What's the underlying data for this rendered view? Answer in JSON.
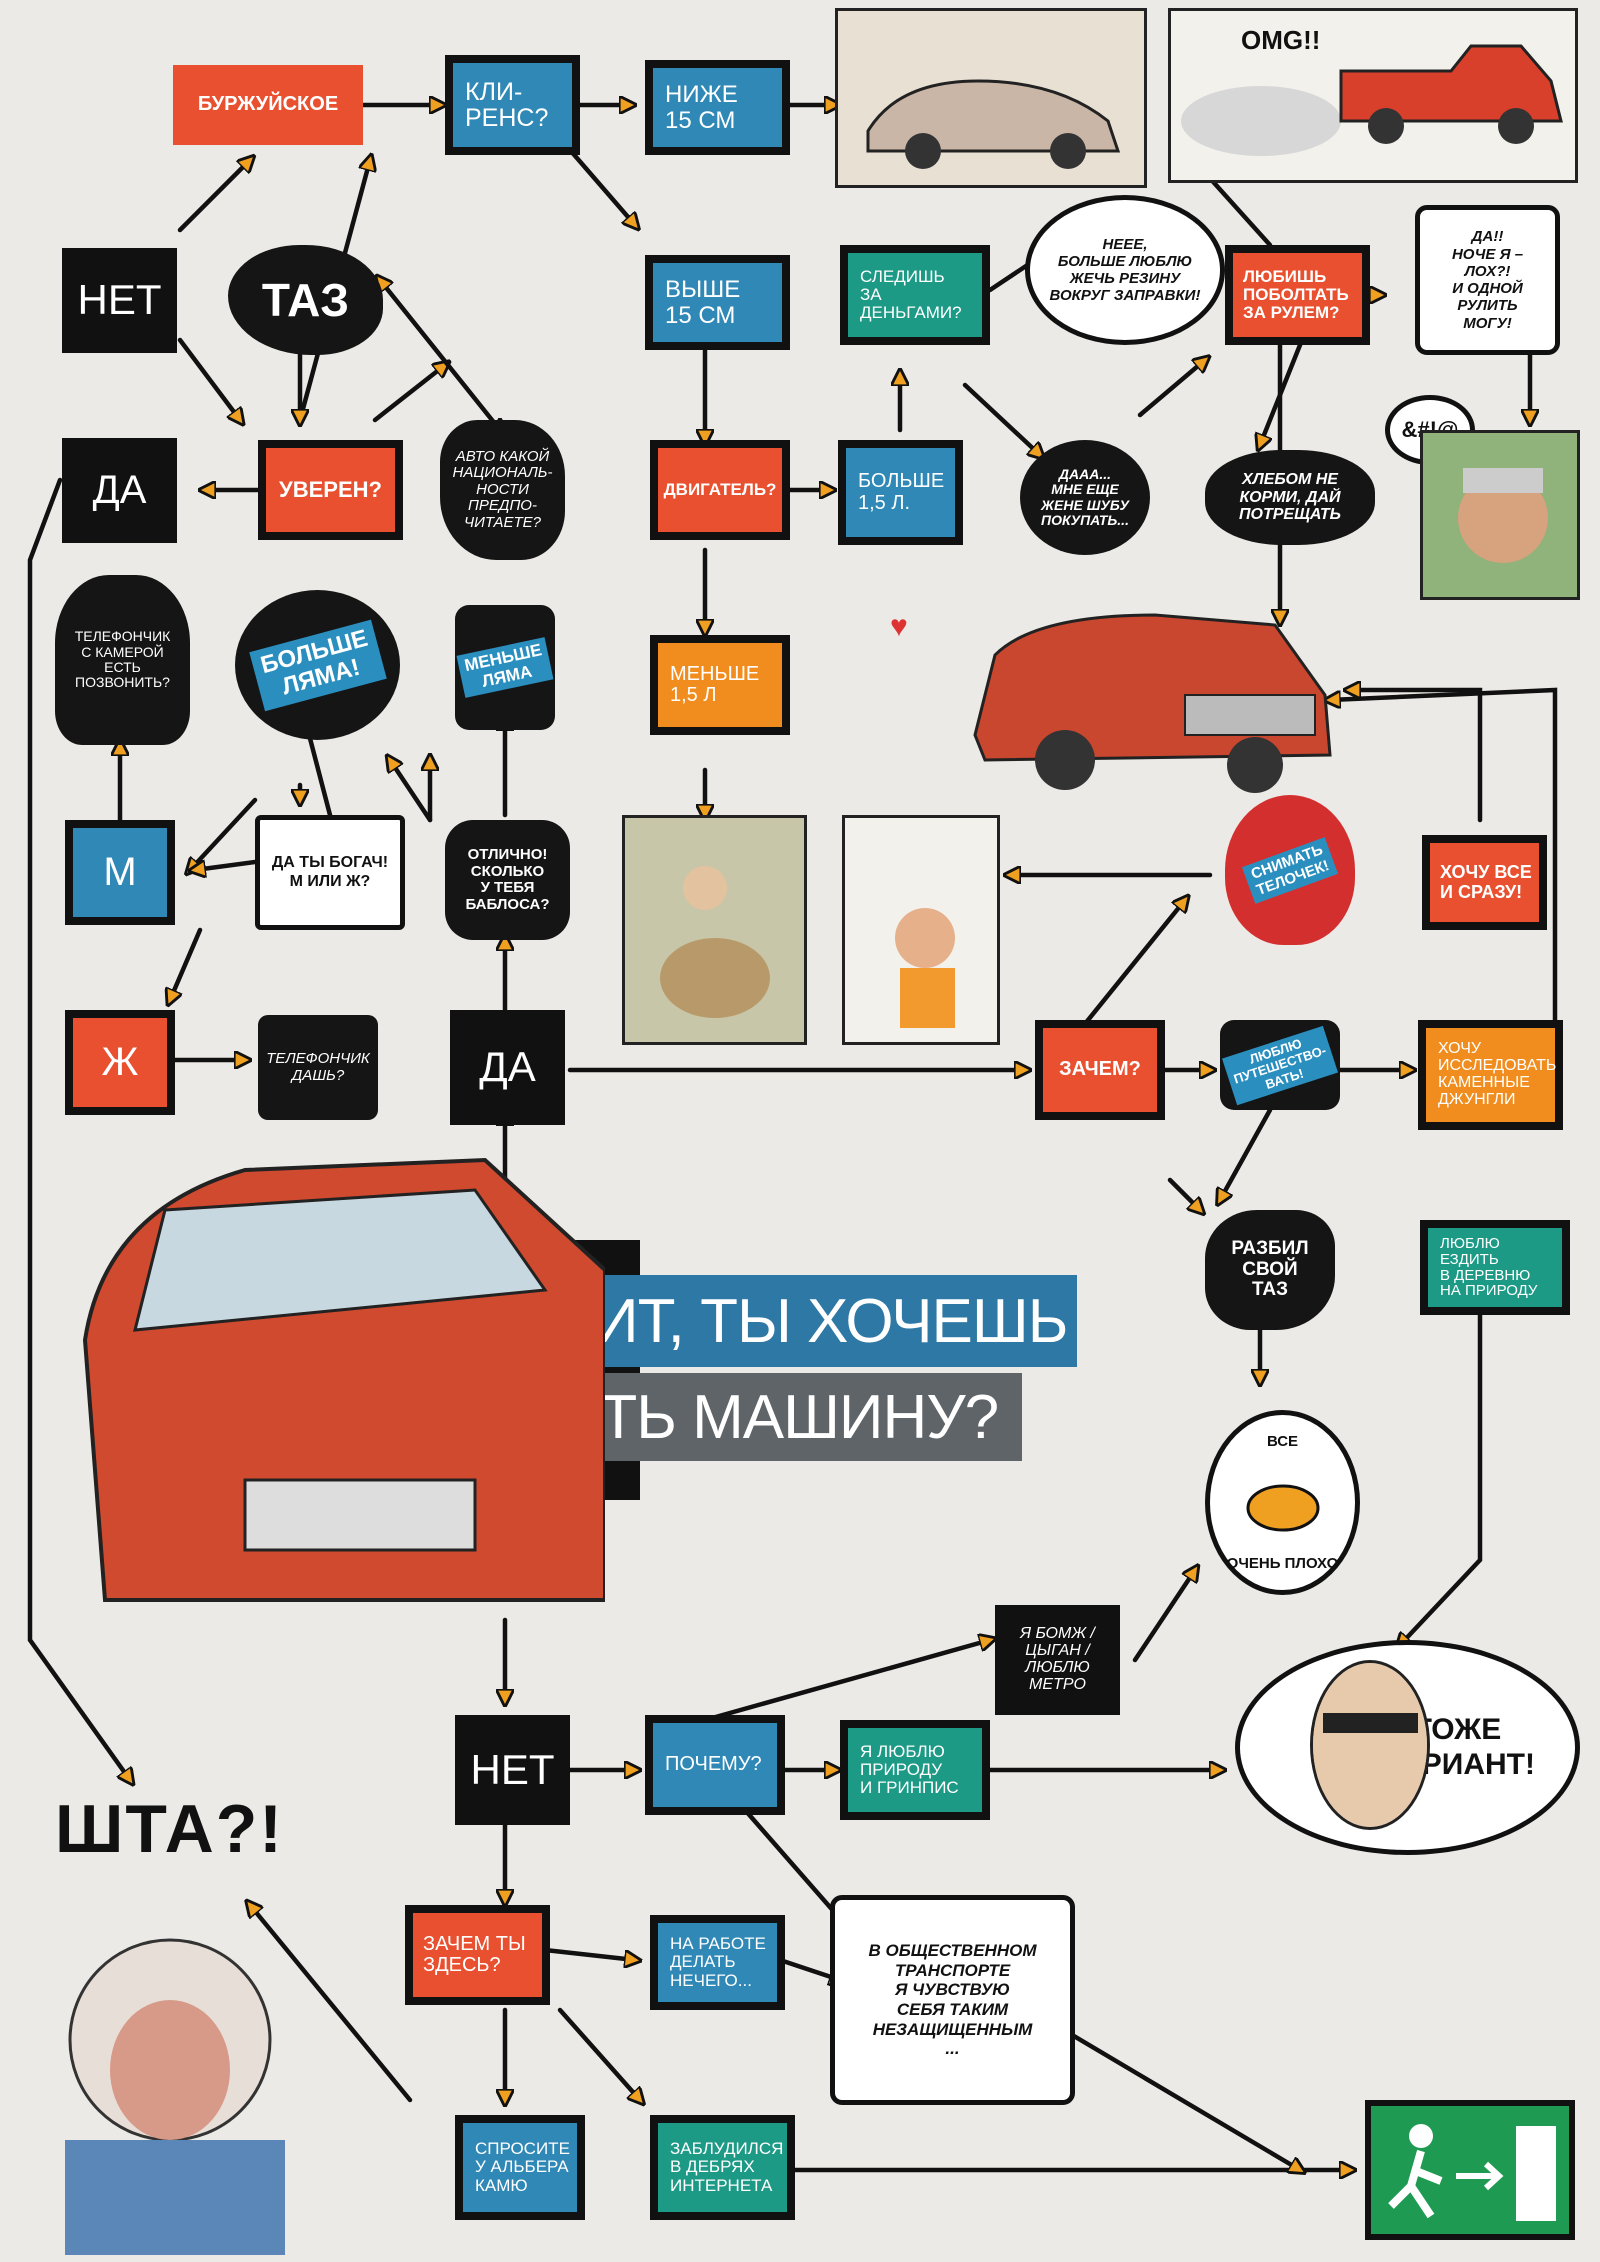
{
  "title": {
    "line1": "ЗНАЧИТ, ТЫ ХОЧЕШЬ",
    "line2": "КУПИТЬ МАШИНУ?"
  },
  "boxes": {
    "burzh": "БУРЖУЙСКОЕ",
    "klirens": "КЛИ-\nРЕНС?",
    "nizhe": "НИЖЕ\n15 СМ",
    "vyshe": "ВЫШЕ\n15 СМ",
    "sledish": "СЛЕДИШЬ\nЗА\nДЕНЬГАМИ?",
    "lubish": "ЛЮБИШЬ\nПОБОЛТАТЬ\nЗА РУЛЕМ?",
    "net1": "НЕТ",
    "taz": "ТАЗ",
    "uveren": "УВЕРЕН?",
    "da1": "ДА",
    "dvig": "ДВИГАТЕЛЬ?",
    "bolshe15": "БОЛЬШЕ\n1,5 Л.",
    "menshe15": "МЕНЬШЕ\n1,5 Л",
    "m": "М",
    "zh": "Ж",
    "bogach": "ДА ТЫ БОГАЧ!\nМ ИЛИ Ж?",
    "otlichno": "ОТЛИЧНО!\nСКОЛЬКО\nУ ТЕБЯ\nБАБЛОСА?",
    "da_main": "ДА",
    "zachem": "ЗАЧЕМ?",
    "hochu_vse": "ХОЧУ ВСЕ\nИ СРАЗУ!",
    "hochu_issl": "ХОЧУ\nИССЛЕДОВАТЬ\nКАМЕННЫЕ\nДЖУНГЛИ",
    "lublu_ezdit": "ЛЮБЛЮ ЕЗДИТЬ\nВ ДЕРЕВНЮ\nНА ПРИРОДУ",
    "net_main": "НЕТ",
    "pochemu": "ПОЧЕМУ?",
    "priroda": "Я ЛЮБЛЮ\nПРИРОДУ\nИ ГРИНПИС",
    "bomzh": "Я БОМЖ /\nЦЫГАН /\nЛЮБЛЮ\nМЕТРО",
    "zachem_ty": "ЗАЧЕМ ТЫ\nЗДЕСЬ?",
    "na_rabote": "НА РАБОТЕ\nДЕЛАТЬ\nНЕЧЕГО...",
    "sprosite": "СПРОСИТЕ\nУ АЛЬБЕРА\nКАМЮ",
    "zabludilsya": "ЗАБЛУДИЛСЯ\nВ ДЕБРЯХ\nИНТЕРНЕТА"
  },
  "bubbles": {
    "avto_nac": "АВТО КАКОЙ\nНАЦИОНАЛЬ-\nНОСТИ ПРЕДПО-\nЧИТАЕТЕ?",
    "telefonchik1": "ТЕЛЕФОНЧИК\nС КАМЕРОЙ\nЕСТЬ\nПОЗВОНИТЬ?",
    "bolshe_lyama": "БОЛЬШЕ\nЛЯМА!",
    "menshe_lyama": "МЕНЬШЕ\nЛЯМА",
    "telefonchik2": "ТЕЛЕФОНЧИК\nДАШЬ?",
    "neee": "НЕЕЕ,\nБОЛЬШЕ ЛЮБЛЮ\nЖЕЧЬ РЕЗИНУ\nВОКРУГ ЗАПРАВКИ!",
    "daaa": "ДААА...\nМНЕ ЕЩЕ\nЖЕНЕ ШУБУ\nПОКУПАТЬ...",
    "hlebom": "ХЛЕБОМ НЕ\nКОРМИ, ДАЙ\nПОТРЕЩАТЬ",
    "da_noche": "ДА!!\nНОЧЕ Я –\nЛОХ?!\nИ ОДНОЙ\nРУЛИТЬ\nМОГУ!",
    "curse": "&#!@",
    "omg": "OMG!!",
    "snimat": "СНИМАТЬ\nТЕЛОЧЕК!",
    "lublu_put": "ЛЮБЛЮ\nПУТЕШЕСТВО-\nВАТЬ!",
    "razbil": "РАЗБИЛ\nСВОЙ\nТАЗ",
    "vse": "ВСЕ",
    "ochen_ploho": "ОЧЕНЬ ПЛОХО",
    "tozhe": "ТОЖЕ\nВАРИАНТ!",
    "v_obshch": "В ОБЩЕСТВЕННОМ\nТРАНСПОРТЕ\nЯ ЧУВСТВУЮ\nСЕБЯ ТАКИМ\nНЕЗАЩИЩЕННЫМ\n...",
    "shta": "ШТА?!"
  },
  "icons": {
    "exit": "exit-sign-icon",
    "heart": "heart-icon",
    "strawberry": "strawberry-icon",
    "suitcase": "suitcase-icon",
    "money_bag": "money-bag-icon",
    "jar": "jar-icon",
    "duck": "duck-icon",
    "car": "car-icon"
  },
  "colors": {
    "background": "#eceae6",
    "black": "#111111",
    "red": "#e8502f",
    "orange": "#f08d1e",
    "blue": "#2f88b5",
    "teal": "#1d9a86",
    "arrow": "#f0a021",
    "title_top": "#2d78a4",
    "title_bottom": "#5f6468"
  }
}
